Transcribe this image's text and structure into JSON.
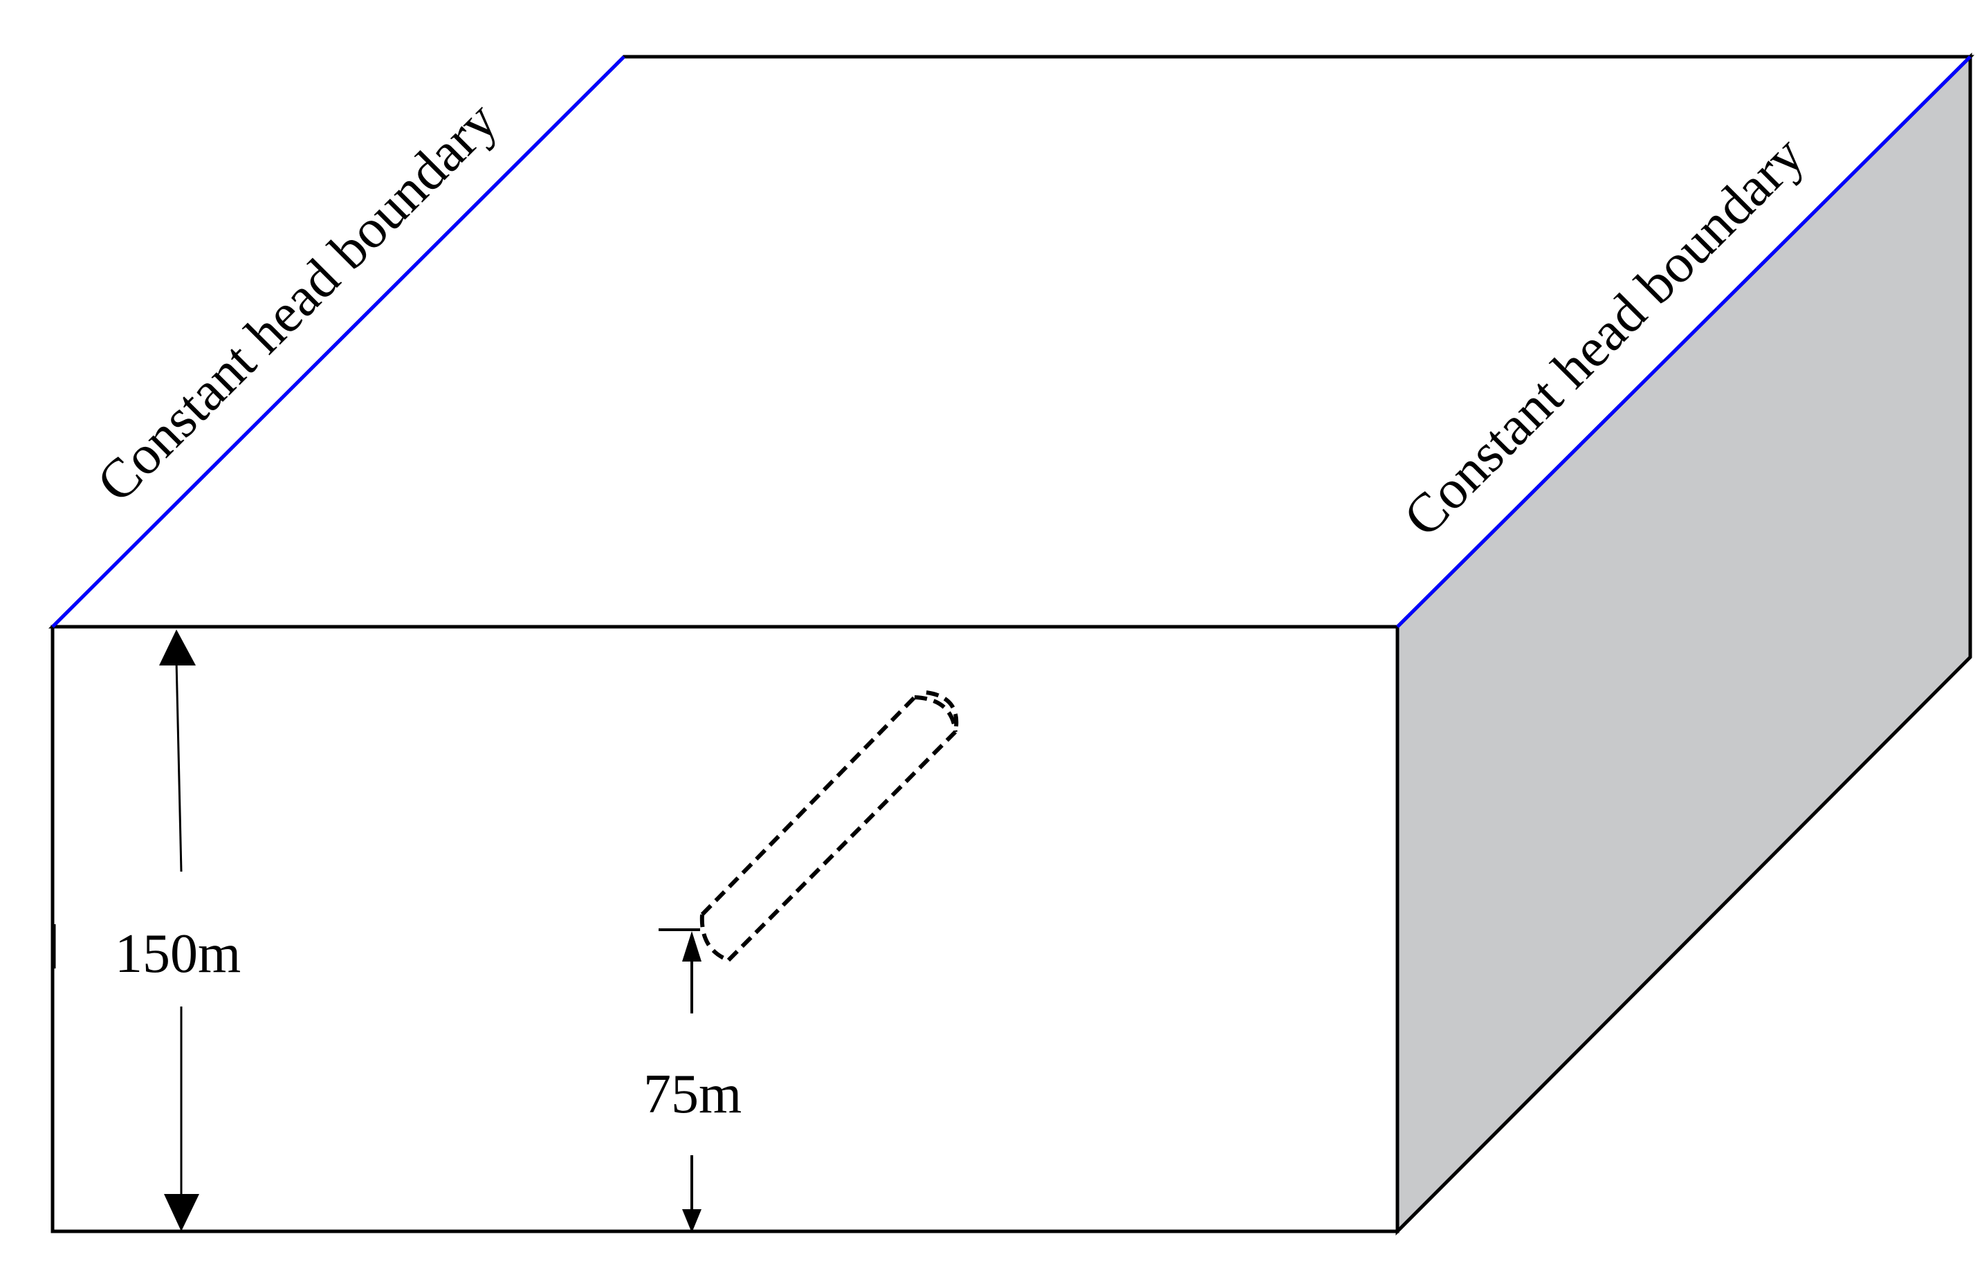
{
  "labels": {
    "left_boundary": "Constant head boundary",
    "right_boundary": "Constant head boundary",
    "height_dimension": "150m",
    "well_elevation_dimension": "75m"
  },
  "colors": {
    "outline": "#000000",
    "boundary_edge": "#0000ff",
    "side_face": "#c8c9cb",
    "background": "#ffffff"
  }
}
